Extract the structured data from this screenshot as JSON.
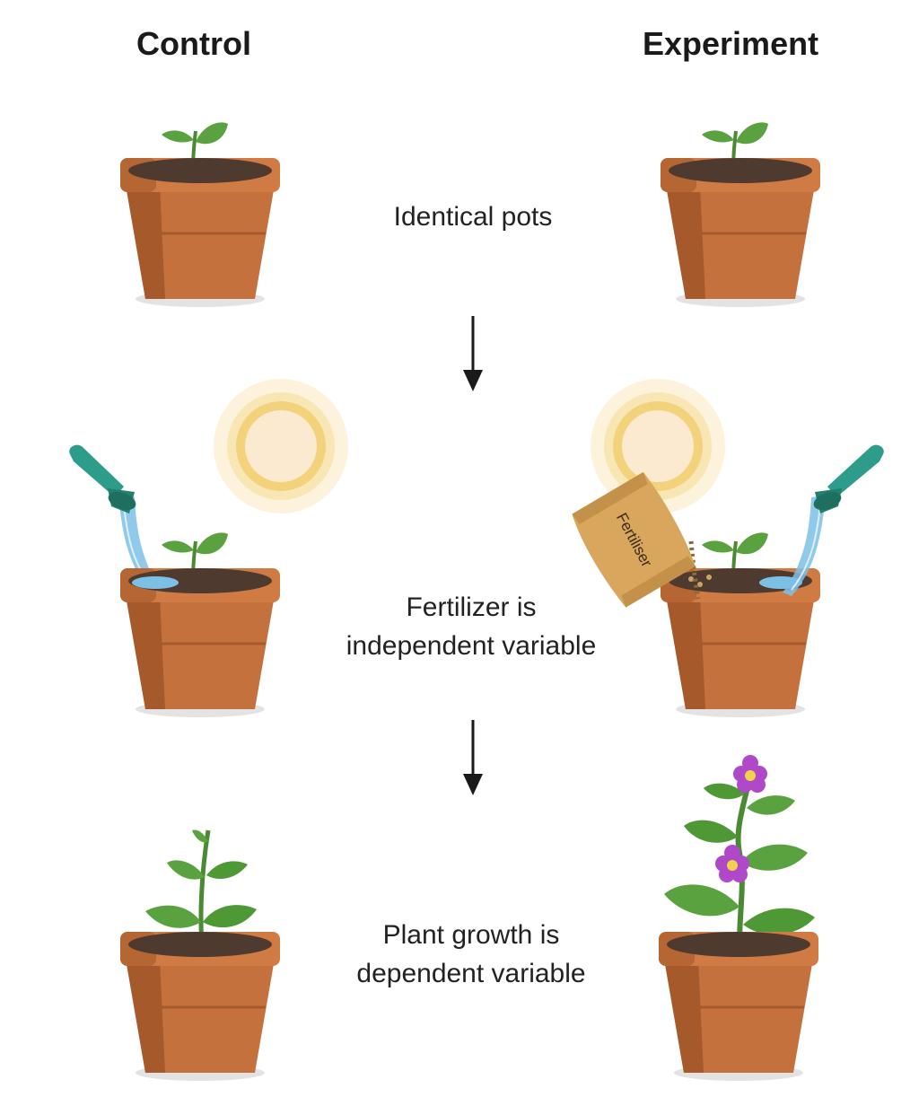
{
  "headers": {
    "control": "Control",
    "experiment": "Experiment"
  },
  "captions": {
    "identical_pots": "Identical pots",
    "independent_line1": "Fertilizer is",
    "independent_line2": "independent variable",
    "dependent_line1": "Plant growth is",
    "dependent_line2": "dependent variable"
  },
  "bag_label": "Fertiliser",
  "colors": {
    "pot": "#c4713e",
    "pot_dark": "#a65a2c",
    "soil": "#4e3a2e",
    "leaf": "#5aa23f",
    "leaf_dark": "#3f7d2c",
    "stem": "#4a8a32",
    "sun": "#f6dfae",
    "water": "#7cc0e6",
    "can": "#2e9c8a",
    "bag": "#d8a65c",
    "flower": "#b049c9",
    "arrow": "#1a1a1a"
  }
}
